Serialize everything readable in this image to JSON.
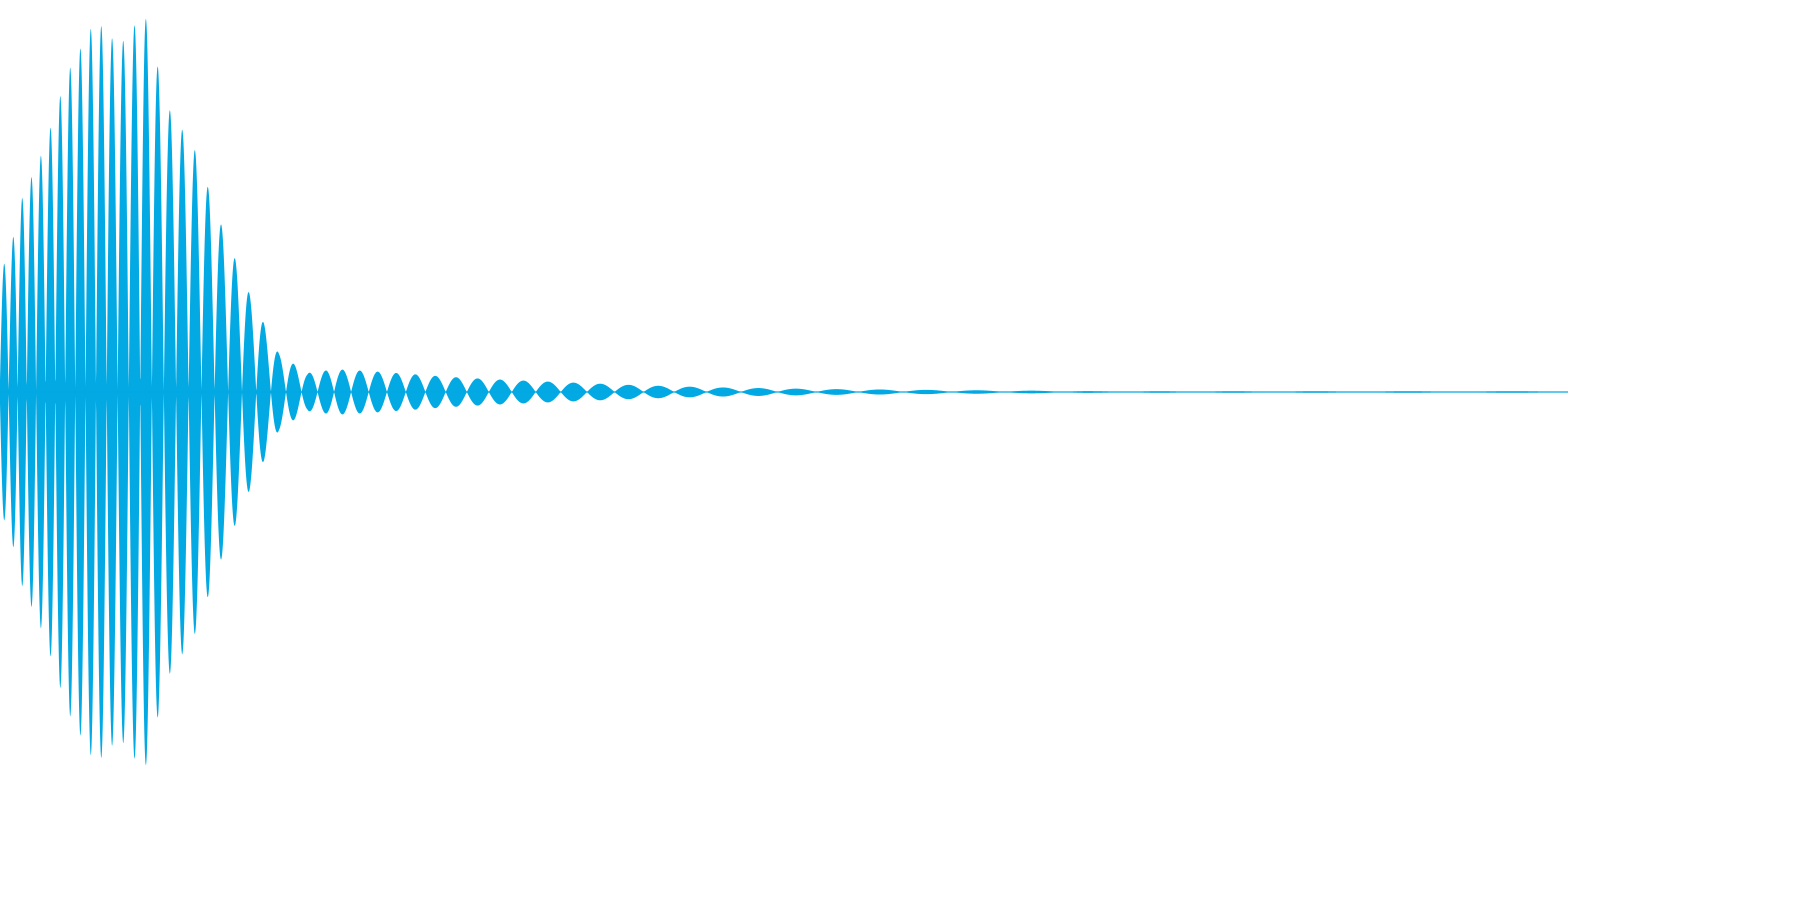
{
  "chart_data": {
    "type": "area",
    "title": "",
    "xlabel": "",
    "ylabel": "",
    "ylim": [
      -1,
      1
    ],
    "grid": false,
    "legend": "none",
    "color": "#03A9E3",
    "baseline_extends_to": 1.0,
    "series": [
      {
        "name": "",
        "envelope_x": [
          0.0,
          0.006,
          0.013,
          0.028,
          0.043,
          0.061,
          0.076,
          0.092,
          0.107,
          0.124,
          0.142,
          0.16,
          0.178,
          0.196,
          0.214,
          0.236,
          0.26,
          0.286,
          0.312,
          0.34,
          0.37,
          0.4,
          0.43,
          0.46,
          0.49,
          0.52,
          0.55,
          0.58,
          0.61,
          0.64,
          0.68,
          0.7,
          1.0
        ],
        "envelope_amplitude": [
          0.32,
          0.36,
          0.5,
          0.64,
          0.84,
          0.98,
          0.91,
          1.0,
          0.75,
          0.64,
          0.43,
          0.25,
          0.1,
          0.05,
          0.06,
          0.055,
          0.048,
          0.04,
          0.034,
          0.029,
          0.024,
          0.019,
          0.015,
          0.012,
          0.01,
          0.008,
          0.007,
          0.006,
          0.005,
          0.004,
          0.003,
          0.002,
          0.002
        ]
      }
    ]
  }
}
